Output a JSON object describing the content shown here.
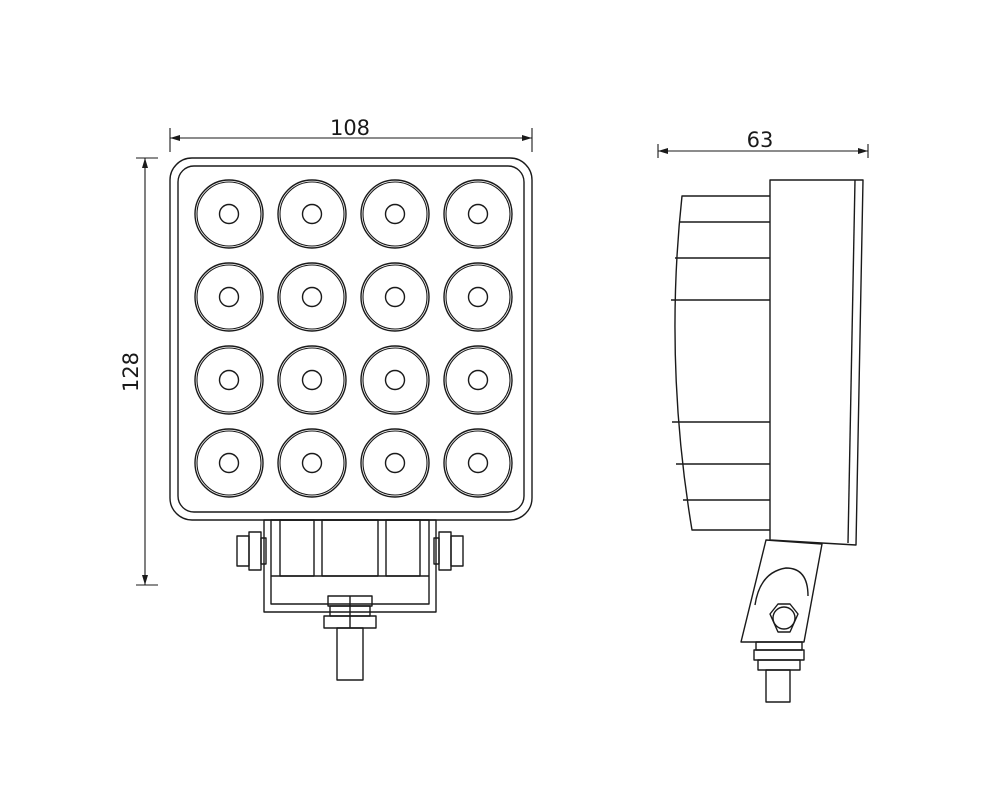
{
  "dimensions": {
    "front_width": "108",
    "front_height": "128",
    "side_depth": "63"
  },
  "led_grid": {
    "rows": 4,
    "cols": 4
  },
  "colors": {
    "stroke": "#1a1a1a",
    "background": "#ffffff"
  }
}
